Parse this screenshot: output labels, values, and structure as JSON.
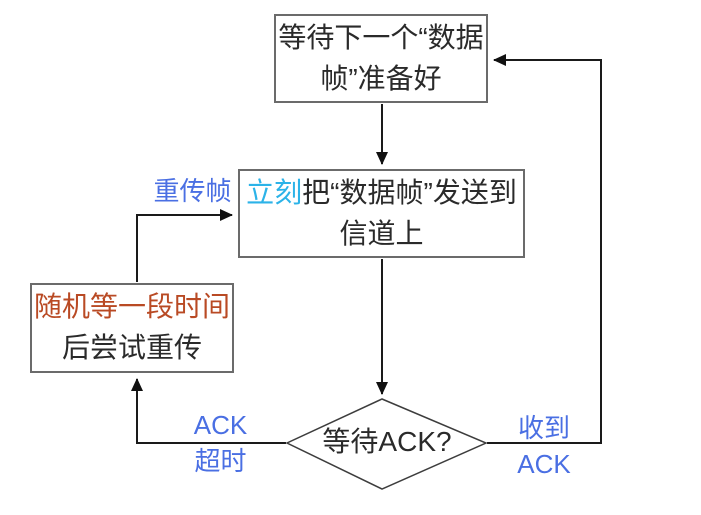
{
  "diagram": {
    "title": "stop-and-wait ARQ flowchart",
    "colors": {
      "background": "#ffffff",
      "box_border": "#6b6b6b",
      "box_text": "#2a2a2a",
      "connector_line": "#1a1a1a",
      "highlight_cyan": "#2cb3e8",
      "highlight_rust": "#b94a24",
      "edge_label_blue": "#4a6fe3"
    },
    "nodes": {
      "wait_next_frame": {
        "text": "等待下一个“数据帧”准备好"
      },
      "send_frame": {
        "highlight_prefix": "立刻",
        "text": "把“数据帧”发送到信道上"
      },
      "random_wait": {
        "highlight_line": "随机等一段时间",
        "line2": "后尝试重传"
      },
      "wait_ack_decision": {
        "text": "等待ACK?"
      }
    },
    "edge_labels": {
      "retransmit_frame": "重传帧",
      "ack_timeout_line1": "ACK",
      "ack_timeout_line2": "超时",
      "ack_received_line1": "收到",
      "ack_received_line2": "ACK"
    }
  }
}
